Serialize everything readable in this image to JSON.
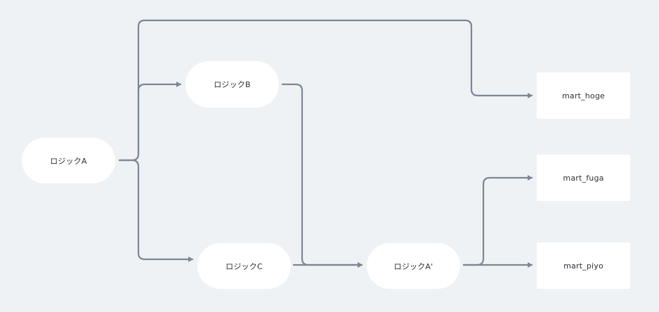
{
  "diagram": {
    "nodes": {
      "logic_a": "ロジックA",
      "logic_b": "ロジックB",
      "logic_c": "ロジックC",
      "logic_a_prime": "ロジックA'",
      "mart_hoge": "mart_hoge",
      "mart_fuga": "mart_fuga",
      "mart_piyo": "mart_piyo"
    },
    "edges": [
      {
        "from": "logic_a",
        "to": "mart_hoge"
      },
      {
        "from": "logic_a",
        "to": "logic_b"
      },
      {
        "from": "logic_a",
        "to": "logic_c"
      },
      {
        "from": "logic_b",
        "to": "logic_a_prime"
      },
      {
        "from": "logic_c",
        "to": "logic_a_prime"
      },
      {
        "from": "logic_a_prime",
        "to": "mart_fuga"
      },
      {
        "from": "logic_a_prime",
        "to": "mart_piyo"
      }
    ],
    "colors": {
      "background": "#eff2f5",
      "node_fill": "#ffffff",
      "edge": "#7b8794"
    }
  }
}
